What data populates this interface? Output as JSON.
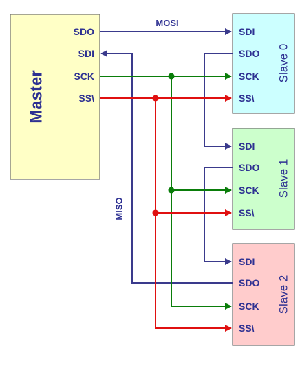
{
  "colors": {
    "data_line": "#3a3a8c",
    "clock_line": "#0a7d0a",
    "select_line": "#e01010",
    "text": "#2e3192",
    "master_fill": "#ffffc6",
    "slave0_fill": "#ccffff",
    "slave1_fill": "#ccffcc",
    "slave2_fill": "#ffcccc"
  },
  "master": {
    "title": "Master",
    "pins": {
      "sdo": "SDO",
      "sdi": "SDI",
      "sck": "SCK",
      "ss": "SS\\"
    }
  },
  "slaves": [
    {
      "title": "Slave 0",
      "pins": {
        "sdi": "SDI",
        "sdo": "SDO",
        "sck": "SCK",
        "ss": "SS\\"
      }
    },
    {
      "title": "Slave 1",
      "pins": {
        "sdi": "SDI",
        "sdo": "SDO",
        "sck": "SCK",
        "ss": "SS\\"
      }
    },
    {
      "title": "Slave 2",
      "pins": {
        "sdi": "SDI",
        "sdo": "SDO",
        "sck": "SCK",
        "ss": "SS\\"
      }
    }
  ],
  "bus_labels": {
    "mosi": "MOSI",
    "miso": "MISO"
  }
}
